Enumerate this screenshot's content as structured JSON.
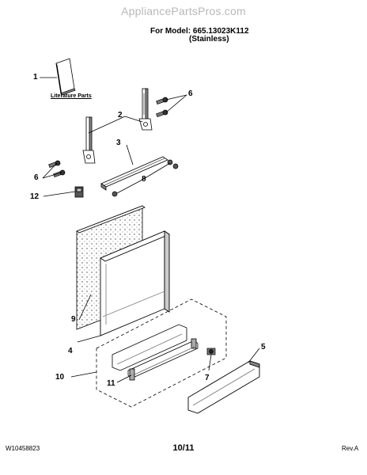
{
  "watermark": "AppliancePartsPros.com",
  "header": {
    "model_line": "For Model: 665.13023K112",
    "variant_line": "(Stainless)"
  },
  "literature_label": "Literature Parts",
  "callouts": {
    "c1": "1",
    "c2": "2",
    "c3": "3",
    "c4": "4",
    "c5": "5",
    "c6a": "6",
    "c6b": "6",
    "c7": "7",
    "c8": "8",
    "c9": "9",
    "c10": "10",
    "c11": "11",
    "c12": "12"
  },
  "footer": {
    "doc_number": "W10458823",
    "page": "10/11",
    "revision": "Rev.A"
  }
}
